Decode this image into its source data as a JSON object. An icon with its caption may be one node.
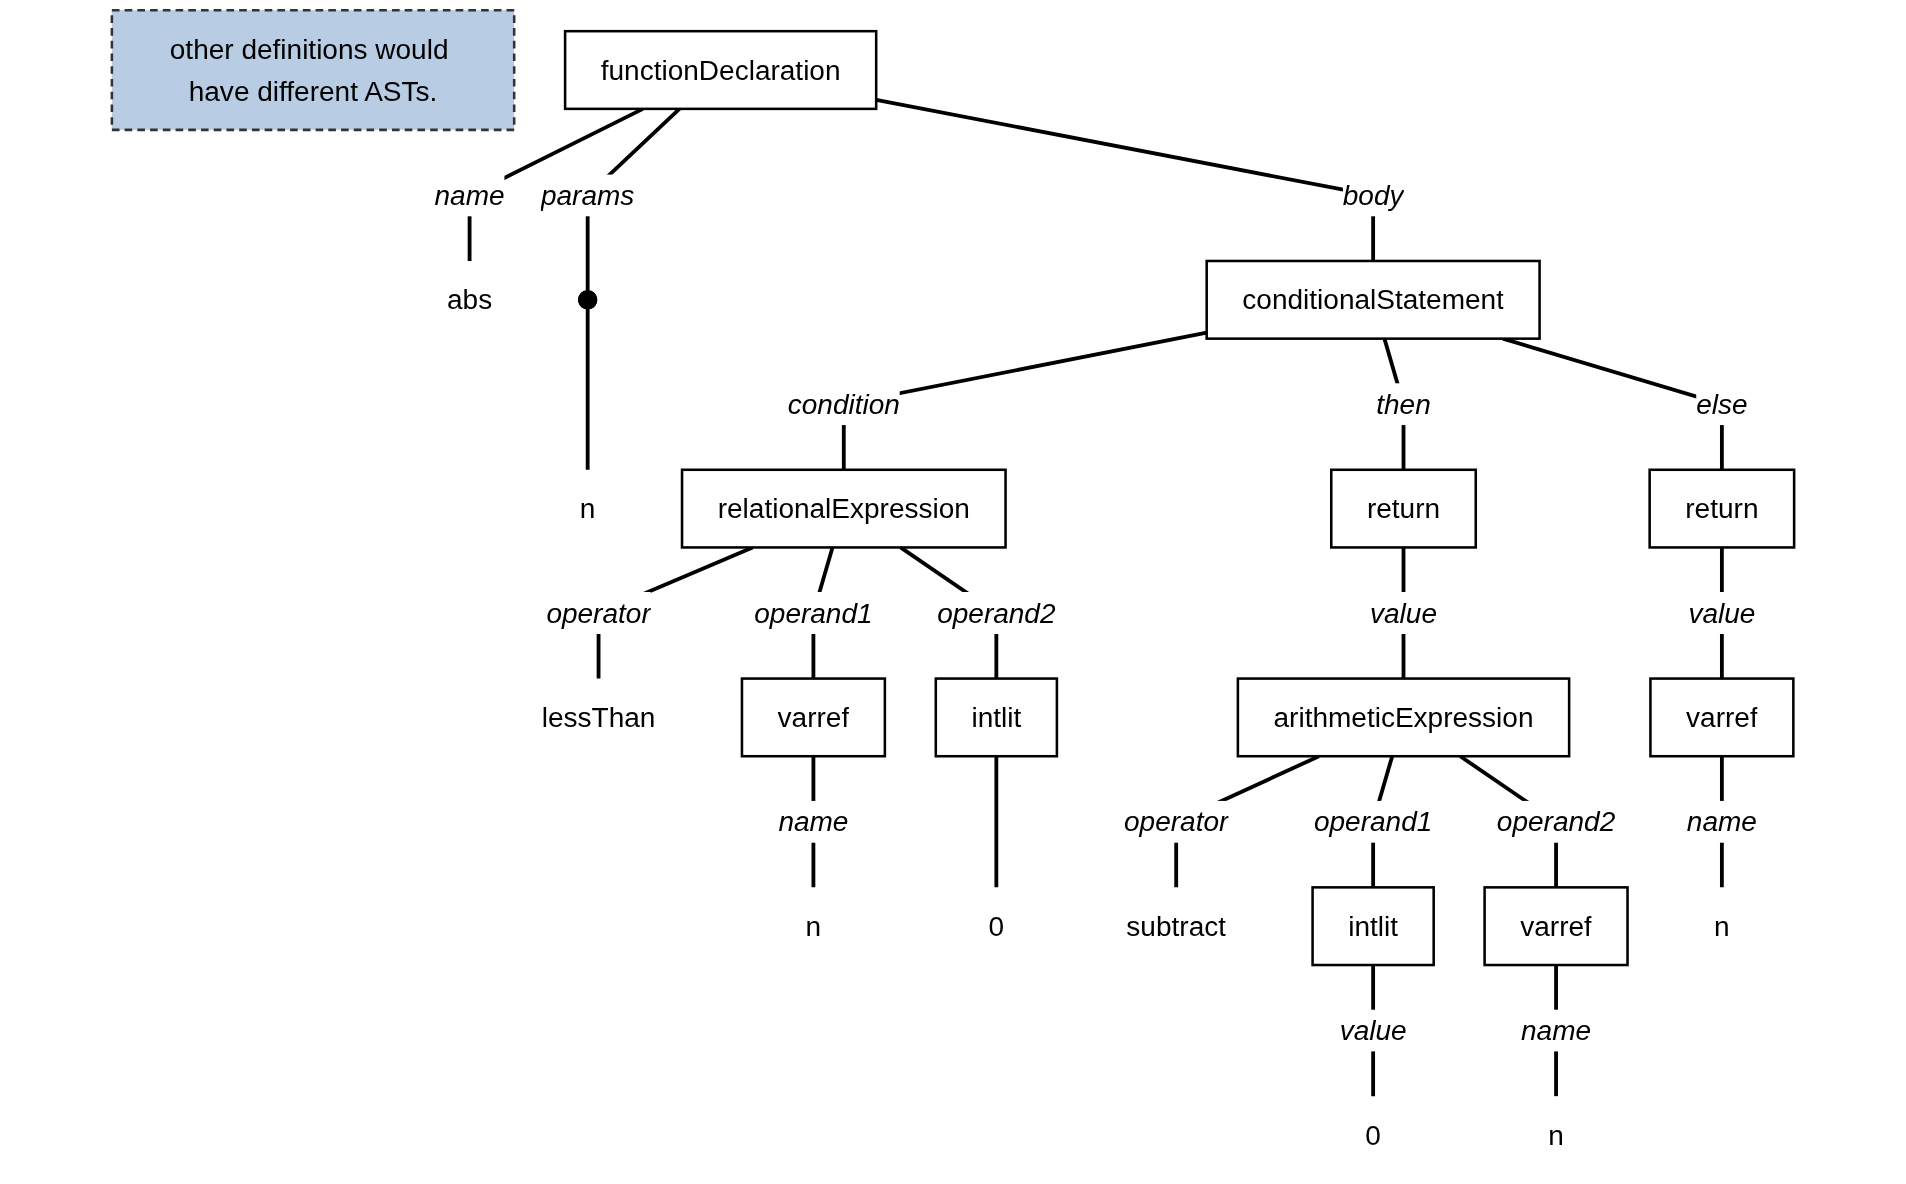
{
  "diagram": {
    "nodes": [
      {
        "text": [
          "functionDeclaration"
        ]
      },
      {
        "text": [
          "abs"
        ]
      },
      {
        "text": [],
        "shape": "circle"
      },
      {
        "text": [
          "conditionalStatement"
        ]
      },
      {
        "text": [
          "n"
        ]
      },
      {
        "text": [
          "relationalExpression"
        ]
      },
      {
        "text": [
          "return"
        ]
      },
      {
        "text": [
          "return"
        ]
      },
      {
        "text": [
          "lessThan"
        ]
      },
      {
        "text": [
          "varref"
        ]
      },
      {
        "text": [
          "intlit"
        ]
      },
      {
        "text": [
          "arithmeticExpression"
        ]
      },
      {
        "text": [
          "varref"
        ]
      },
      {
        "text": [
          "n"
        ]
      },
      {
        "text": [
          "0"
        ]
      },
      {
        "text": [
          "subtract"
        ]
      },
      {
        "text": [
          "intlit"
        ]
      },
      {
        "text": [
          "varref"
        ]
      },
      {
        "text": [
          "n"
        ]
      },
      {
        "text": [
          "0"
        ]
      },
      {
        "text": [
          "n"
        ]
      },
      {
        "text": [
          "other definitions would have different ASTs."
        ]
      }
    ],
    "edges": [
      {
        "from": 0,
        "to": 1,
        "arrow": "none",
        "label": "name"
      },
      {
        "from": 0,
        "to": 2,
        "arrow": "none",
        "label": "params"
      },
      {
        "from": 0,
        "to": 3,
        "arrow": "none",
        "label": "body"
      },
      {
        "from": 2,
        "to": 4,
        "arrow": "none"
      },
      {
        "from": 3,
        "to": 5,
        "arrow": "none",
        "label": "condition"
      },
      {
        "from": 3,
        "to": 6,
        "arrow": "none",
        "label": "then"
      },
      {
        "from": 3,
        "to": 7,
        "arrow": "none",
        "label": "else"
      },
      {
        "from": 5,
        "to": 8,
        "arrow": "none",
        "label": "operator"
      },
      {
        "from": 5,
        "to": 9,
        "arrow": "none",
        "label": "operand1"
      },
      {
        "from": 5,
        "to": 10,
        "arrow": "none",
        "label": "operand2"
      },
      {
        "from": 6,
        "to": 11,
        "arrow": "none",
        "label": "value"
      },
      {
        "from": 7,
        "to": 12,
        "arrow": "none",
        "label": "value"
      },
      {
        "from": 9,
        "to": 13,
        "arrow": "none",
        "label": "name"
      },
      {
        "from": 10,
        "to": 14,
        "arrow": "none"
      },
      {
        "from": 11,
        "to": 15,
        "arrow": "none",
        "label": "operator"
      },
      {
        "from": 11,
        "to": 16,
        "arrow": "none",
        "label": "operand1"
      },
      {
        "from": 11,
        "to": 17,
        "arrow": "none",
        "label": "operand2"
      },
      {
        "from": 12,
        "to": 18,
        "arrow": "none",
        "label": "name"
      },
      {
        "from": 16,
        "to": 19,
        "arrow": "none",
        "label": "value"
      },
      {
        "from": 17,
        "to": 20,
        "arrow": "none",
        "label": "name"
      }
    ]
  }
}
